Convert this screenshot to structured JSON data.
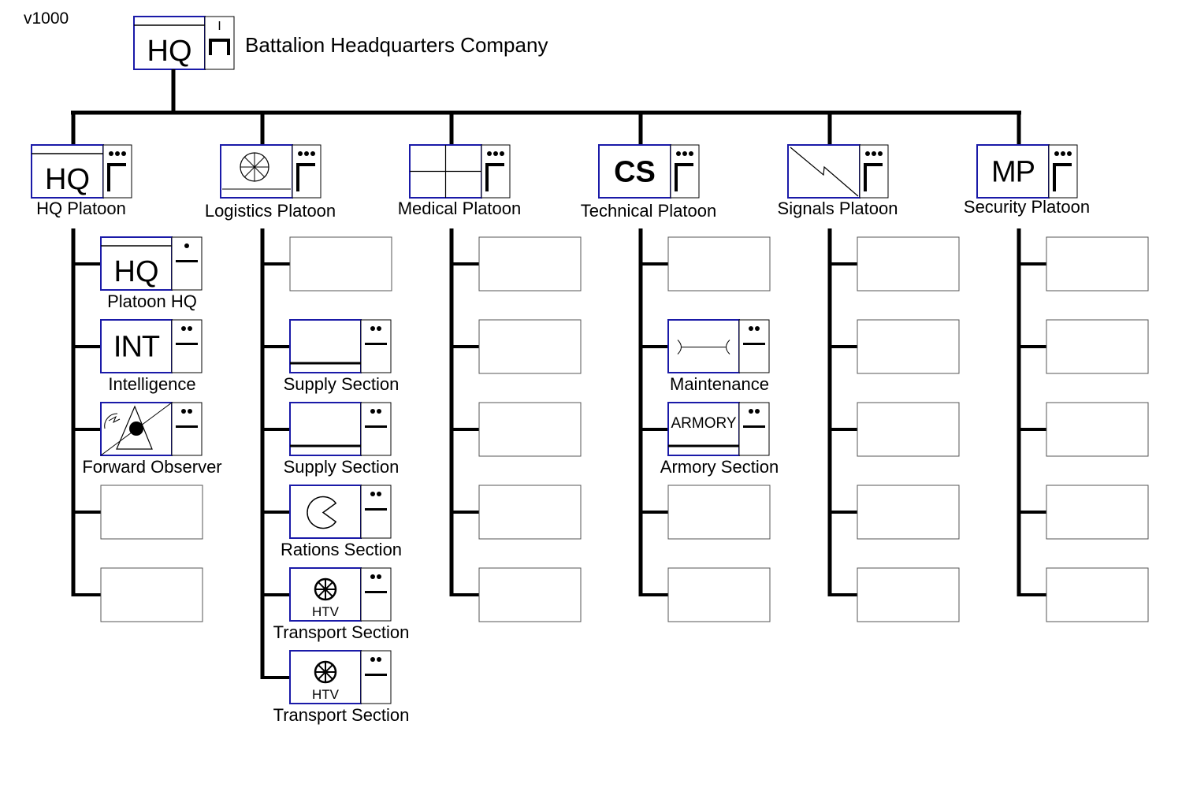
{
  "version": "v1000",
  "company": {
    "title": "Battalion Headquarters Company",
    "symbol_text": "HQ",
    "echelon": "company"
  },
  "platoons": [
    {
      "name": "HQ Platoon",
      "symbol_text": "HQ",
      "symbol": "hq",
      "echelon": "platoon",
      "children": [
        {
          "name": "Platoon HQ",
          "symbol_text": "HQ",
          "symbol": "hq",
          "echelon": "team"
        },
        {
          "name": "Intelligence",
          "symbol_text": "INT",
          "symbol": "text",
          "echelon": "section"
        },
        {
          "name": "Forward Observer",
          "symbol_text": "",
          "symbol": "forward-observer",
          "echelon": "section"
        },
        {
          "name": "",
          "symbol": "blank"
        },
        {
          "name": "",
          "symbol": "blank"
        }
      ]
    },
    {
      "name": "Logistics Platoon",
      "symbol_text": "",
      "symbol": "logistics",
      "echelon": "platoon",
      "children": [
        {
          "name": "",
          "symbol": "blank"
        },
        {
          "name": "Supply Section",
          "symbol_text": "",
          "symbol": "supply",
          "echelon": "section"
        },
        {
          "name": "Supply Section",
          "symbol_text": "",
          "symbol": "supply",
          "echelon": "section"
        },
        {
          "name": "Rations Section",
          "symbol_text": "",
          "symbol": "rations",
          "echelon": "section"
        },
        {
          "name": "Transport Section",
          "symbol_text": "HTV",
          "symbol": "transport",
          "echelon": "section"
        },
        {
          "name": "Transport Section",
          "symbol_text": "HTV",
          "symbol": "transport",
          "echelon": "section"
        }
      ]
    },
    {
      "name": "Medical Platoon",
      "symbol_text": "",
      "symbol": "medical",
      "echelon": "platoon",
      "children": [
        {
          "name": "",
          "symbol": "blank"
        },
        {
          "name": "",
          "symbol": "blank"
        },
        {
          "name": "",
          "symbol": "blank"
        },
        {
          "name": "",
          "symbol": "blank"
        },
        {
          "name": "",
          "symbol": "blank"
        }
      ]
    },
    {
      "name": "Technical Platoon",
      "symbol_text": "CS",
      "symbol": "text-bold",
      "echelon": "platoon",
      "children": [
        {
          "name": "",
          "symbol": "blank"
        },
        {
          "name": "Maintenance",
          "symbol_text": "",
          "symbol": "maintenance",
          "echelon": "section"
        },
        {
          "name": "Armory Section",
          "symbol_text": "ARMORY",
          "symbol": "armory",
          "echelon": "section"
        },
        {
          "name": "",
          "symbol": "blank"
        },
        {
          "name": "",
          "symbol": "blank"
        }
      ]
    },
    {
      "name": "Signals Platoon",
      "symbol_text": "",
      "symbol": "signals",
      "echelon": "platoon",
      "children": [
        {
          "name": "",
          "symbol": "blank"
        },
        {
          "name": "",
          "symbol": "blank"
        },
        {
          "name": "",
          "symbol": "blank"
        },
        {
          "name": "",
          "symbol": "blank"
        },
        {
          "name": "",
          "symbol": "blank"
        }
      ]
    },
    {
      "name": "Security Platoon",
      "symbol_text": "MP",
      "symbol": "text",
      "echelon": "platoon",
      "children": [
        {
          "name": "",
          "symbol": "blank"
        },
        {
          "name": "",
          "symbol": "blank"
        },
        {
          "name": "",
          "symbol": "blank"
        },
        {
          "name": "",
          "symbol": "blank"
        },
        {
          "name": "",
          "symbol": "blank"
        }
      ]
    }
  ],
  "colors": {
    "frame": "#1a1aa8",
    "line": "#000000",
    "blank_border": "#555555"
  }
}
